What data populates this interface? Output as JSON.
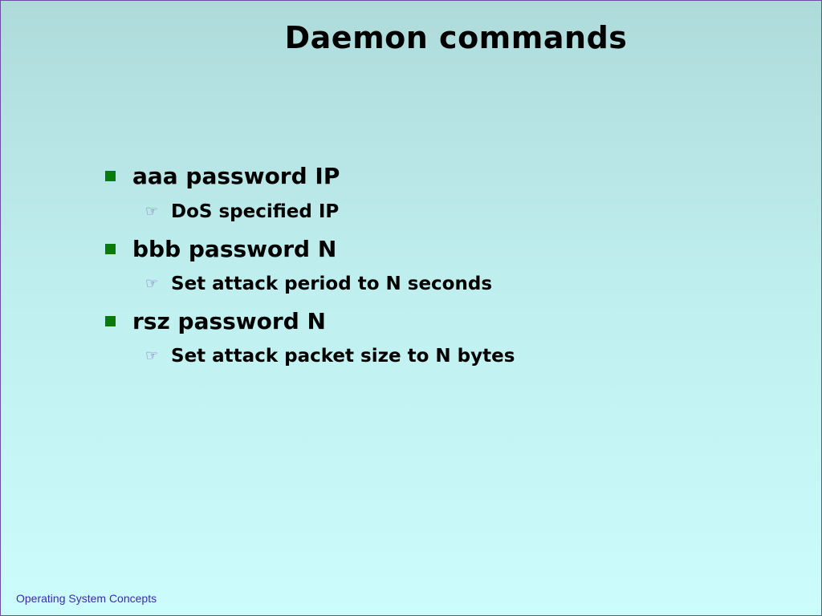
{
  "slide": {
    "title": "Daemon commands",
    "footer": "Operating System Concepts",
    "accent_colors": {
      "bullet_level1": "#0a7a0a",
      "bullet_level2": "#8a4fc8",
      "footer_text": "#3a2ca8",
      "border": "#6a4fa0"
    },
    "bullets": [
      {
        "text": "aaa password IP",
        "icon": "green-square-bullet"
      },
      {
        "text": "DoS specified IP",
        "icon": "pointing-hand-bullet"
      },
      {
        "text": "bbb password N",
        "icon": "green-square-bullet"
      },
      {
        "text": "Set attack period to N seconds",
        "icon": "pointing-hand-bullet"
      },
      {
        "text": "rsz password N",
        "icon": "green-square-bullet"
      },
      {
        "text": "Set attack packet size to N bytes",
        "icon": "pointing-hand-bullet"
      }
    ]
  }
}
